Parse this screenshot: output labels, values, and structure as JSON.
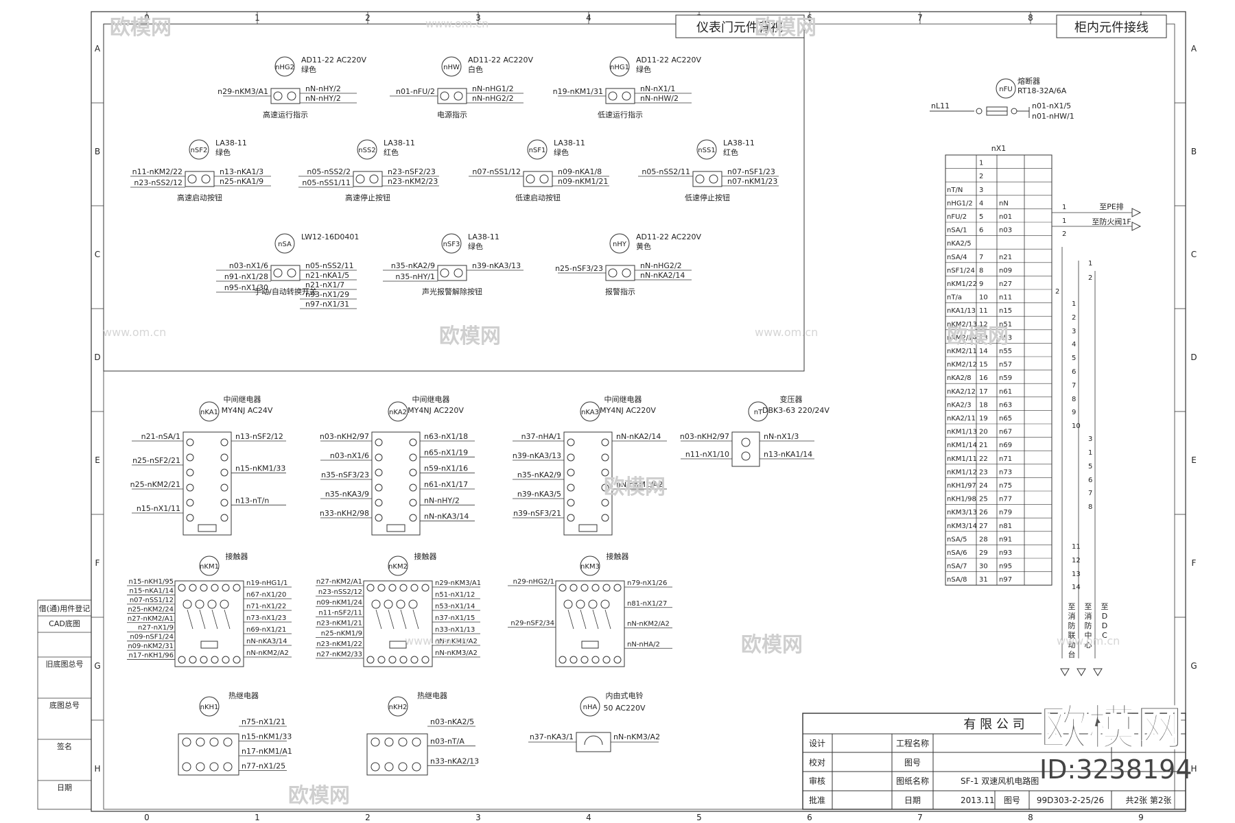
{
  "titles": {
    "door_panel": "仪表门元件背视",
    "cabinet_panel": "柜内元件接线"
  },
  "grid": {
    "cols": [
      "0",
      "1",
      "2",
      "3",
      "4",
      "5",
      "6",
      "7",
      "8",
      "9"
    ],
    "rows": [
      "A",
      "B",
      "C",
      "D",
      "E",
      "F",
      "G",
      "H"
    ]
  },
  "door_components": [
    {
      "tag": "nHG2",
      "model": "AD11-22 AC220V",
      "color": "绿色",
      "caption": "高速运行指示",
      "left_term": "n29-nKM3/A1",
      "right_terms": [
        "nN-nHY/2",
        "nN-nHY/2"
      ]
    },
    {
      "tag": "nHW",
      "model": "AD11-22 AC220V",
      "color": "白色",
      "caption": "电源指示",
      "left_term": "n01-nFU/2",
      "right_terms": [
        "nN-nHG1/2",
        "nN-nHG2/2"
      ]
    },
    {
      "tag": "nHG1",
      "model": "AD11-22 AC220V",
      "color": "绿色",
      "caption": "低速运行指示",
      "left_term": "n19-nKM1/31",
      "right_terms": [
        "nN-nX1/1",
        "nN-nHW/2"
      ]
    },
    {
      "tag": "nSF2",
      "model": "LA38-11",
      "color": "绿色",
      "caption": "高速启动按钮",
      "left_terms": [
        "n11-nKM2/22",
        "n23-nSS2/12"
      ],
      "right_terms": [
        "n13-nKA1/3",
        "n25-nKA1/9"
      ]
    },
    {
      "tag": "nSS2",
      "model": "LA38-11",
      "color": "红色",
      "caption": "高速停止按钮",
      "left_terms": [
        "n05-nSS2/2",
        "n05-nSS1/11"
      ],
      "right_terms": [
        "n23-nSF2/23",
        "n23-nKM2/23"
      ]
    },
    {
      "tag": "nSF1",
      "model": "LA38-11",
      "color": "绿色",
      "caption": "低速启动按钮",
      "left_terms": [
        "n07-nSS1/12"
      ],
      "right_terms": [
        "n09-nKA1/8",
        "n09-nKM1/21"
      ]
    },
    {
      "tag": "nSS1",
      "model": "LA38-11",
      "color": "红色",
      "caption": "低速停止按钮",
      "left_terms": [
        "n05-nSS2/11"
      ],
      "right_terms": [
        "n07-nSF1/23",
        "n07-nKM1/23"
      ]
    },
    {
      "tag": "nSA",
      "model": "LW12-16D0401",
      "color": "",
      "caption": "手动/自动转换开关",
      "left_terms": [
        "n03-nX1/6",
        "n91-nX1/28",
        "n95-nX1/30"
      ],
      "right_terms": [
        "n05-nSS2/11",
        "n21-nKA1/5",
        "n21-nX1/7",
        "n93-nX1/29",
        "n97-nX1/31"
      ]
    },
    {
      "tag": "nSF3",
      "model": "LA38-11",
      "color": "绿色",
      "caption": "声光报警解除按钮",
      "left_terms": [
        "n35-nKA2/9",
        "n35-nHY/1"
      ],
      "right_terms": [
        "n39-nKA3/13"
      ]
    },
    {
      "tag": "nHY",
      "model": "AD11-22 AC220V",
      "color": "黄色",
      "caption": "报警指示",
      "left_term": "n25-nSF3/23",
      "right_terms": [
        "nN-nHG2/2",
        "nN-nKA2/14"
      ]
    }
  ],
  "relays": [
    {
      "tag": "nKA1",
      "name": "中间继电器",
      "model": "MY4NJ AC24V",
      "left_terms": [
        "n21-nSA/1",
        "n25-nSF2/21",
        "n25-nKM2/21",
        "n15-nX1/11"
      ],
      "right_terms": [
        "n13-nSF2/12",
        "n15-nKM1/33",
        "n13-nT/n"
      ]
    },
    {
      "tag": "nKA2",
      "name": "中间继电器",
      "model": "MY4NJ AC220V",
      "left_terms": [
        "n03-nKH2/97",
        "n03-nX1/6",
        "n35-nSF3/23",
        "n35-nKA3/9",
        "n33-nKH2/98"
      ],
      "right_terms": [
        "n63-nX1/18",
        "n65-nX1/19",
        "n59-nX1/16",
        "n61-nX1/17",
        "nN-nHY/2",
        "nN-nKA3/14"
      ]
    },
    {
      "tag": "nKA3",
      "name": "中间继电器",
      "model": "MY4NJ AC220V",
      "left_terms": [
        "n37-nHA/1",
        "n39-nKA3/13",
        "n35-nKA2/9",
        "n39-nKA3/5",
        "n39-nSF3/21"
      ],
      "right_terms": [
        "nN-nKA2/14",
        "nN-nKM1/A2"
      ]
    },
    {
      "tag": "nT",
      "name": "变压器",
      "model": "DBK3-63 220/24V",
      "left_terms": [
        "n03-nKH2/97",
        "n11-nX1/10"
      ],
      "right_terms": [
        "nN-nX1/3",
        "n13-nKA1/14"
      ]
    }
  ],
  "contactors": [
    {
      "tag": "nKM1",
      "name": "接触器",
      "left_terms": [
        "n15-nKH1/95",
        "n15-nKA1/14",
        "n07-nSS1/12",
        "n25-nKM2/24",
        "n27-nKM2/A1",
        "n27-nX1/9",
        "n09-nSF1/24",
        "n09-nKM2/31",
        "n17-nKH1/96"
      ],
      "right_terms": [
        "n19-nHG1/1",
        "n67-nX1/20",
        "n71-nX1/22",
        "n73-nX1/23",
        "n69-nX1/21",
        "nN-nKA3/14",
        "nN-nKM2/A2"
      ]
    },
    {
      "tag": "nKM2",
      "name": "接触器",
      "left_terms": [
        "n27-nKM2/A1",
        "n23-nSS2/12",
        "n09-nKM1/24",
        "n11-nSF2/11",
        "n23-nKM1/21",
        "n25-nKM1/9",
        "n23-nKM1/22",
        "n27-nKM2/33"
      ],
      "right_terms": [
        "n29-nKM3/A1",
        "n51-nX1/12",
        "n53-nX1/14",
        "n37-nX1/15",
        "n33-nX1/13",
        "nN-nKM1/A2",
        "nN-nKM3/A2"
      ]
    },
    {
      "tag": "nKM3",
      "name": "接触器",
      "left_terms": [
        "n29-nHG2/1",
        "n29-nSF2/34"
      ],
      "right_terms": [
        "n79-nX1/26",
        "n81-nX1/27",
        "nN-nKM2/A2",
        "nN-nHA/2"
      ]
    }
  ],
  "thermal": [
    {
      "tag": "nKH1",
      "name": "热继电器",
      "left_terms": [],
      "right_terms": [
        "n75-nX1/21",
        "n15-nKM1/33",
        "n17-nKM1/A1",
        "n77-nX1/25"
      ]
    },
    {
      "tag": "nKH2",
      "name": "热继电器",
      "left_terms": [],
      "right_terms": [
        "n03-nKA2/5",
        "n03-nT/A",
        "n33-nKA2/13"
      ]
    },
    {
      "tag": "nHA",
      "name": "内由式电铃",
      "model": "50 AC220V",
      "left_terms": [
        "n37-nKA3/1"
      ],
      "right_terms": [
        "nN-nKM3/A2"
      ]
    }
  ],
  "fuse": {
    "tag": "nFU",
    "name": "熔断器",
    "model": "RT18-32A/6A",
    "left_term": "nL11",
    "right_terms": [
      "n01-nX1/5",
      "n01-nHW/1"
    ]
  },
  "terminal_block": {
    "tag": "nX1",
    "rows": [
      [
        "",
        "1",
        ""
      ],
      [
        "",
        "2",
        ""
      ],
      [
        "nT/N",
        "3",
        ""
      ],
      [
        "nHG1/2",
        "4",
        "nN"
      ],
      [
        "nFU/2",
        "5",
        "n01"
      ],
      [
        "nSA/1",
        "6",
        "n03"
      ],
      [
        "nKA2/5",
        "",
        ""
      ],
      [
        "nSA/4",
        "7",
        "n21"
      ],
      [
        "nSF1/24",
        "8",
        "n09"
      ],
      [
        "nKM1/22",
        "9",
        "n27"
      ],
      [
        "nT/a",
        "10",
        "n11"
      ],
      [
        "nKA1/13",
        "11",
        "n15"
      ],
      [
        "nKM2/13",
        "12",
        "n51"
      ],
      [
        "nKM2/14",
        "13",
        "n53"
      ],
      [
        "nKM2/11",
        "14",
        "n55"
      ],
      [
        "nKM2/12",
        "15",
        "n57"
      ],
      [
        "nKA2/8",
        "16",
        "n59"
      ],
      [
        "nKA2/12",
        "17",
        "n61"
      ],
      [
        "nKA2/3",
        "18",
        "n63"
      ],
      [
        "nKA2/11",
        "19",
        "n65"
      ],
      [
        "nKM1/13",
        "20",
        "n67"
      ],
      [
        "nKM1/14",
        "21",
        "n69"
      ],
      [
        "nKM1/11",
        "22",
        "n71"
      ],
      [
        "nKM1/12",
        "23",
        "n73"
      ],
      [
        "nKH1/97",
        "24",
        "n75"
      ],
      [
        "nKH1/98",
        "25",
        "n77"
      ],
      [
        "nKM3/13",
        "26",
        "n79"
      ],
      [
        "nKM3/14",
        "27",
        "n81"
      ],
      [
        "nSA/5",
        "28",
        "n91"
      ],
      [
        "nSA/6",
        "29",
        "n93"
      ],
      [
        "nSA/7",
        "30",
        "n95"
      ],
      [
        "nSA/8",
        "31",
        "n97"
      ]
    ],
    "out_labels": [
      "至PE排",
      "至防火阀1F"
    ],
    "bottom_labels": [
      "至消防联动台",
      "至消防中心",
      "至DDC"
    ]
  },
  "left_strip": [
    "借(通)用件登记",
    "CAD底图",
    "旧底图总号",
    "底图总号",
    "签名",
    "日期"
  ],
  "title_block": {
    "company": "有 限 公 司",
    "rows": [
      [
        "设计",
        "",
        "工程名称",
        ""
      ],
      [
        "校对",
        "",
        "图号",
        ""
      ],
      [
        "审核",
        "",
        "图纸名称",
        "SF-1 双速风机电路图"
      ],
      [
        "批准",
        "",
        "日期",
        "2013.11"
      ]
    ],
    "drawing_no_label": "图号",
    "drawing_no": "99D303-2-25/26",
    "sheets": "共2张  第2张"
  },
  "watermark": {
    "brand": "欧模网",
    "url": "www.om.cn",
    "id": "ID:3238194"
  }
}
